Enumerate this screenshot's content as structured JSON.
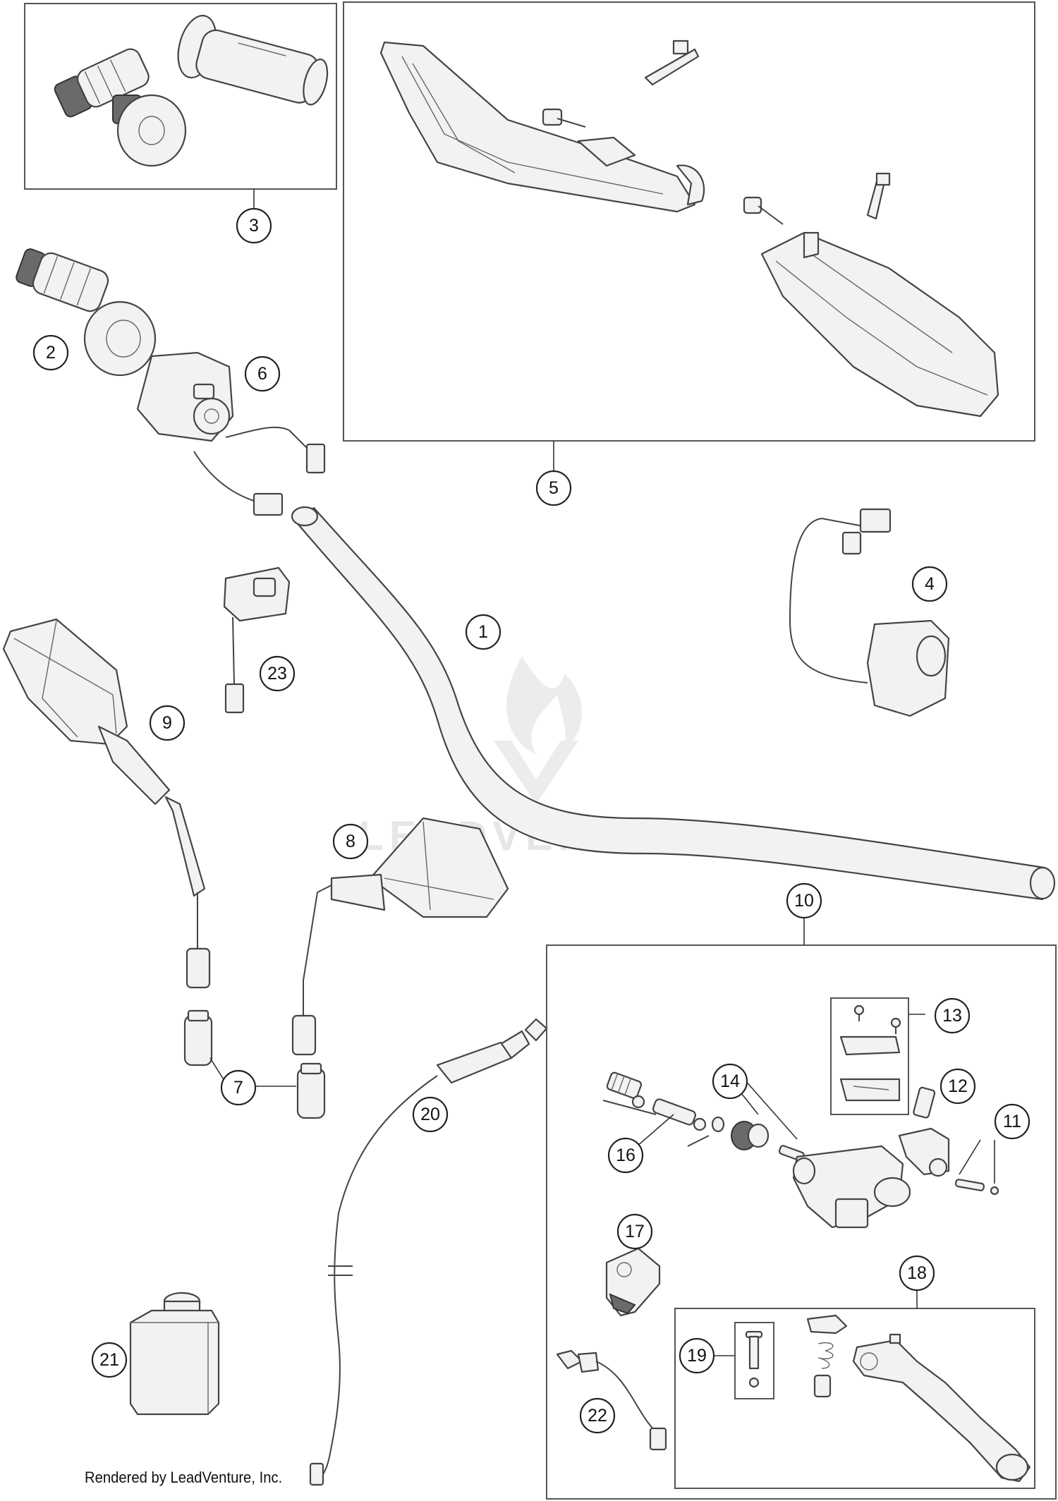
{
  "footer": {
    "credit": "Rendered by LeadVenture, Inc."
  },
  "watermark": {
    "text": "LEADVENTURE"
  },
  "callouts": [
    {
      "label": "1"
    },
    {
      "label": "2"
    },
    {
      "label": "3"
    },
    {
      "label": "4"
    },
    {
      "label": "5"
    },
    {
      "label": "6"
    },
    {
      "label": "7"
    },
    {
      "label": "8"
    },
    {
      "label": "9"
    },
    {
      "label": "10"
    },
    {
      "label": "11"
    },
    {
      "label": "12"
    },
    {
      "label": "13"
    },
    {
      "label": "14"
    },
    {
      "label": "16"
    },
    {
      "label": "17"
    },
    {
      "label": "18"
    },
    {
      "label": "19"
    },
    {
      "label": "20"
    },
    {
      "label": "21"
    },
    {
      "label": "22"
    },
    {
      "label": "23"
    }
  ]
}
